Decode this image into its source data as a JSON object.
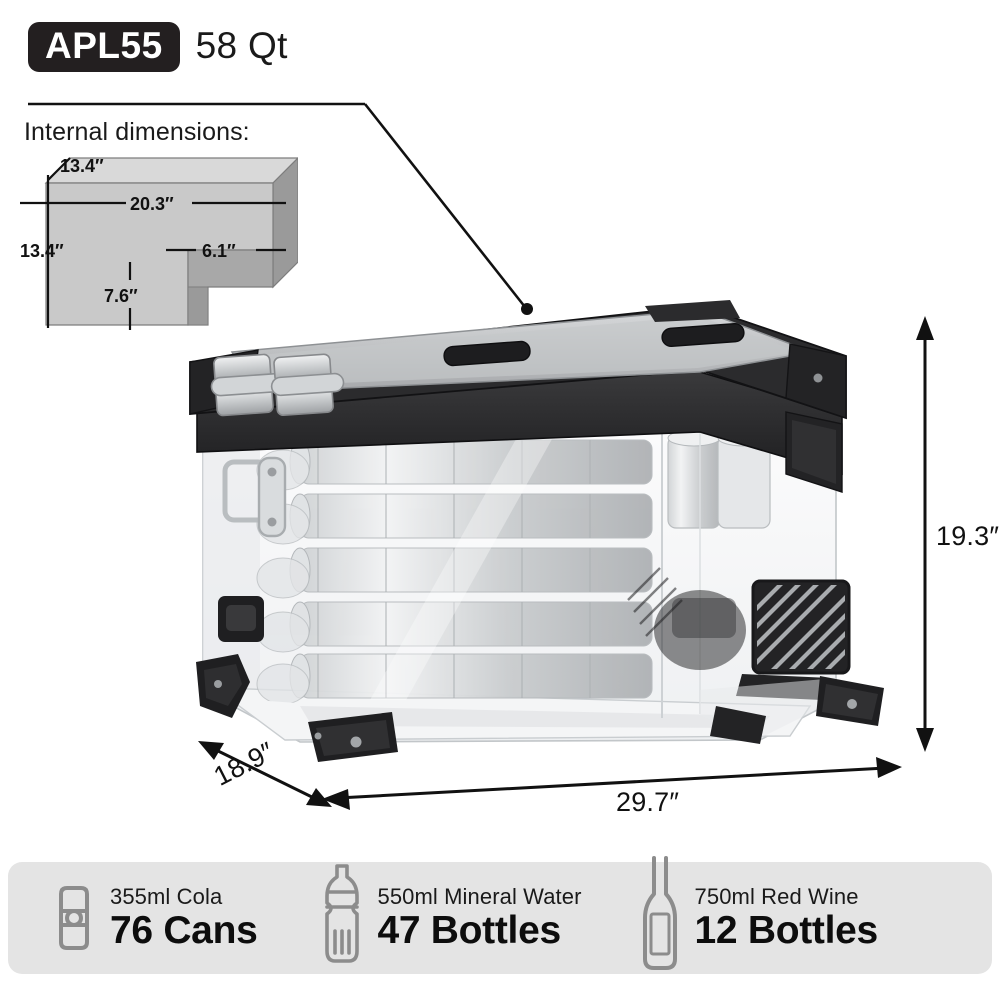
{
  "header": {
    "model_badge": "APL55",
    "capacity": "58 Qt",
    "badge_bg_color": "#231f20",
    "badge_text_color": "#ffffff"
  },
  "internal_dimensions": {
    "title": "Internal dimensions:",
    "depth_top": "13.4″",
    "width_top": "20.3″",
    "height_left": "13.4″",
    "width_step": "6.1″",
    "height_step": "7.6″",
    "face_top_color": "#d4d4d4",
    "face_front_color": "#c8c8c8",
    "face_side_color": "#9a9a9a"
  },
  "external_dimensions": {
    "height": "19.3″",
    "width": "29.7″",
    "depth": "18.9″"
  },
  "product": {
    "lid_color": "#b9bbbd",
    "shell_color": "#2b2b2d",
    "body_color": "#f2f3f4",
    "accent_color": "#111111"
  },
  "specs": {
    "background_color": "#e4e4e4",
    "items": [
      {
        "icon": "soda-can-icon",
        "label": "355ml Cola",
        "value": "76 Cans"
      },
      {
        "icon": "water-bottle-icon",
        "label": "550ml Mineral Water",
        "value": "47 Bottles"
      },
      {
        "icon": "wine-bottle-icon",
        "label": "750ml Red Wine",
        "value": "12 Bottles"
      }
    ]
  }
}
